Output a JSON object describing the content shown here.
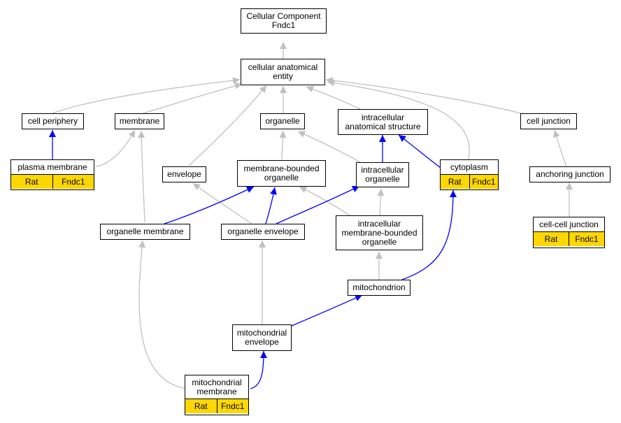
{
  "colors": {
    "gray_edge": "#c0c0c0",
    "blue_edge": "#0000ff",
    "annotated_fill": "#ffd700"
  },
  "nodes": {
    "root": "Cellular Component\nFndc1",
    "cae": "cellular anatomical\nentity",
    "cell_periphery": "cell periphery",
    "membrane": "membrane",
    "organelle": "organelle",
    "ias": "intracellular\nanatomical structure",
    "cell_junction": "cell junction",
    "plasma_membrane": "plasma membrane",
    "envelope": "envelope",
    "mbo": "membrane-bounded\norganelle",
    "intra_org": "intracellular\norganelle",
    "cytoplasm": "cytoplasm",
    "anchoring": "anchoring junction",
    "org_mem": "organelle membrane",
    "org_env": "organelle envelope",
    "imbo": "intracellular\nmembrane-bounded\norganelle",
    "ccj": "cell-cell junction",
    "mito": "mitochondrion",
    "mito_env": "mitochondrial\nenvelope",
    "mito_mem": "mitochondrial\nmembrane"
  },
  "annotations": {
    "plasma_membrane": [
      "Rat",
      "Fndc1"
    ],
    "cytoplasm": [
      "Rat",
      "Fndc1"
    ],
    "ccj": [
      "Rat",
      "Fndc1"
    ],
    "mito_mem": [
      "Rat",
      "Fndc1"
    ]
  }
}
